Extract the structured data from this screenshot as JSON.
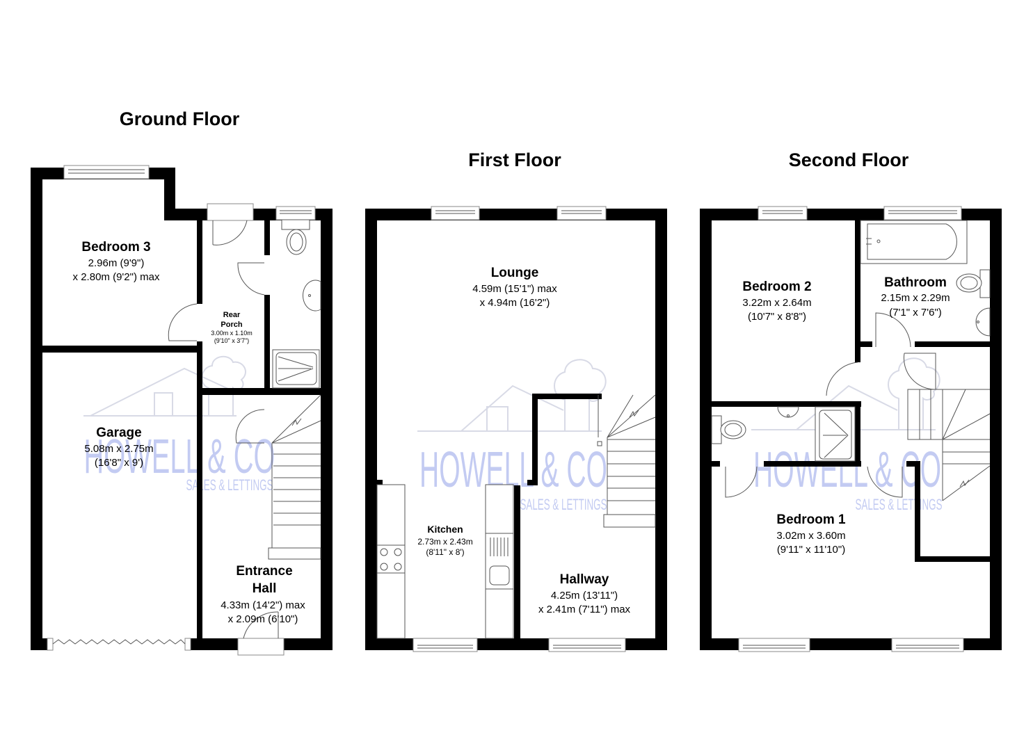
{
  "floors": [
    {
      "title": "Ground Floor",
      "rooms": [
        {
          "name": "Bedroom 3",
          "dims": [
            "2.96m (9'9\")",
            "x 2.80m (9'2\") max"
          ]
        },
        {
          "name": "Rear",
          "name2": "Porch",
          "dims": [
            "3.00m x 1.10m",
            "(9'10\" x 3'7\")"
          ]
        },
        {
          "name": "Garage",
          "dims": [
            "5.08m x 2.75m",
            "(16'8\" x 9')"
          ]
        },
        {
          "name": "Entrance",
          "name2": "Hall",
          "dims": [
            "4.33m (14'2\") max",
            "x 2.09m (6'10\")"
          ]
        }
      ]
    },
    {
      "title": "First Floor",
      "rooms": [
        {
          "name": "Lounge",
          "dims": [
            "4.59m (15'1\") max",
            "x 4.94m (16'2\")"
          ]
        },
        {
          "name": "Kitchen",
          "dims": [
            "2.73m x 2.43m",
            "(8'11\" x 8')"
          ]
        },
        {
          "name": "Hallway",
          "dims": [
            "4.25m (13'11\")",
            "x 2.41m (7'11\") max"
          ]
        }
      ]
    },
    {
      "title": "Second Floor",
      "rooms": [
        {
          "name": "Bedroom 2",
          "dims": [
            "3.22m x 2.64m",
            "(10'7\" x 8'8\")"
          ]
        },
        {
          "name": "Bathroom",
          "dims": [
            "2.15m x 2.29m",
            "(7'1\" x 7'6\")"
          ]
        },
        {
          "name": "Bedroom 1",
          "dims": [
            "3.02m x 3.60m",
            "(9'11\" x 11'10\")"
          ]
        }
      ]
    }
  ],
  "watermark": {
    "brand": "HOWELL & CO",
    "tagline": "SALES & LETTINGS",
    "color": "#c3cbf2"
  },
  "colors": {
    "wall": "#000000",
    "background": "#ffffff",
    "fixture_stroke": "#555555"
  }
}
